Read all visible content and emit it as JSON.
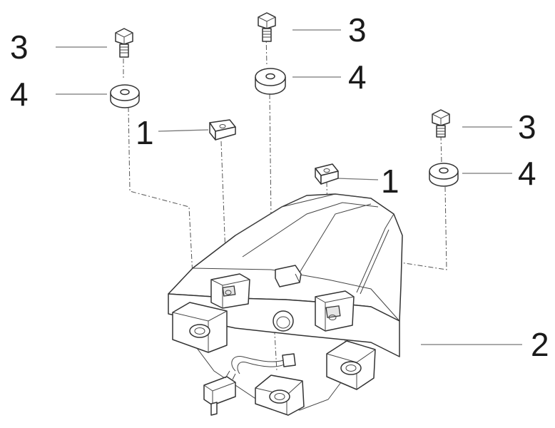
{
  "callouts": [
    {
      "label": "3"
    },
    {
      "label": "4"
    },
    {
      "label": "3"
    },
    {
      "label": "4"
    },
    {
      "label": "1"
    },
    {
      "label": "3"
    },
    {
      "label": "4"
    },
    {
      "label": "1"
    },
    {
      "label": "2"
    }
  ]
}
